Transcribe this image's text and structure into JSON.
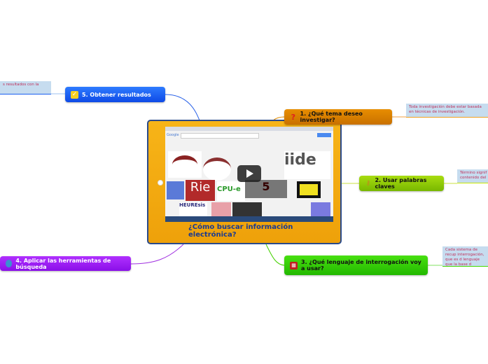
{
  "central": {
    "title": "¿Cómo buscar información electrónica?",
    "video_caption": "Google"
  },
  "branches": [
    {
      "label": "1. ¿Qué tema deseo investigar?",
      "icon": "question-icon",
      "note": "Toda investigación debe estar basada en técnicas de investigación."
    },
    {
      "label": "2. Usar palabras claves",
      "icon": "key-icon",
      "note": "Término signif contenido del"
    },
    {
      "label": "3. ¿Qué lenguaje de interrogación voy a usar?",
      "icon": "abacus-icon",
      "note": "Cada sistema de recup interrogación, que es d lenguaje que la base d"
    },
    {
      "label": "4. Aplicar las herramientas de búsqueda",
      "icon": "globe-icon"
    },
    {
      "label": "5. Obtener resultados",
      "icon": "checkbox-icon",
      "note": "s resultados con la"
    }
  ],
  "colors": {
    "blue": "#1a5ff0",
    "orange": "#d87e00",
    "lime": "#8fc800",
    "green": "#33c800",
    "purple": "#a020f0",
    "central": "#f3a912"
  }
}
